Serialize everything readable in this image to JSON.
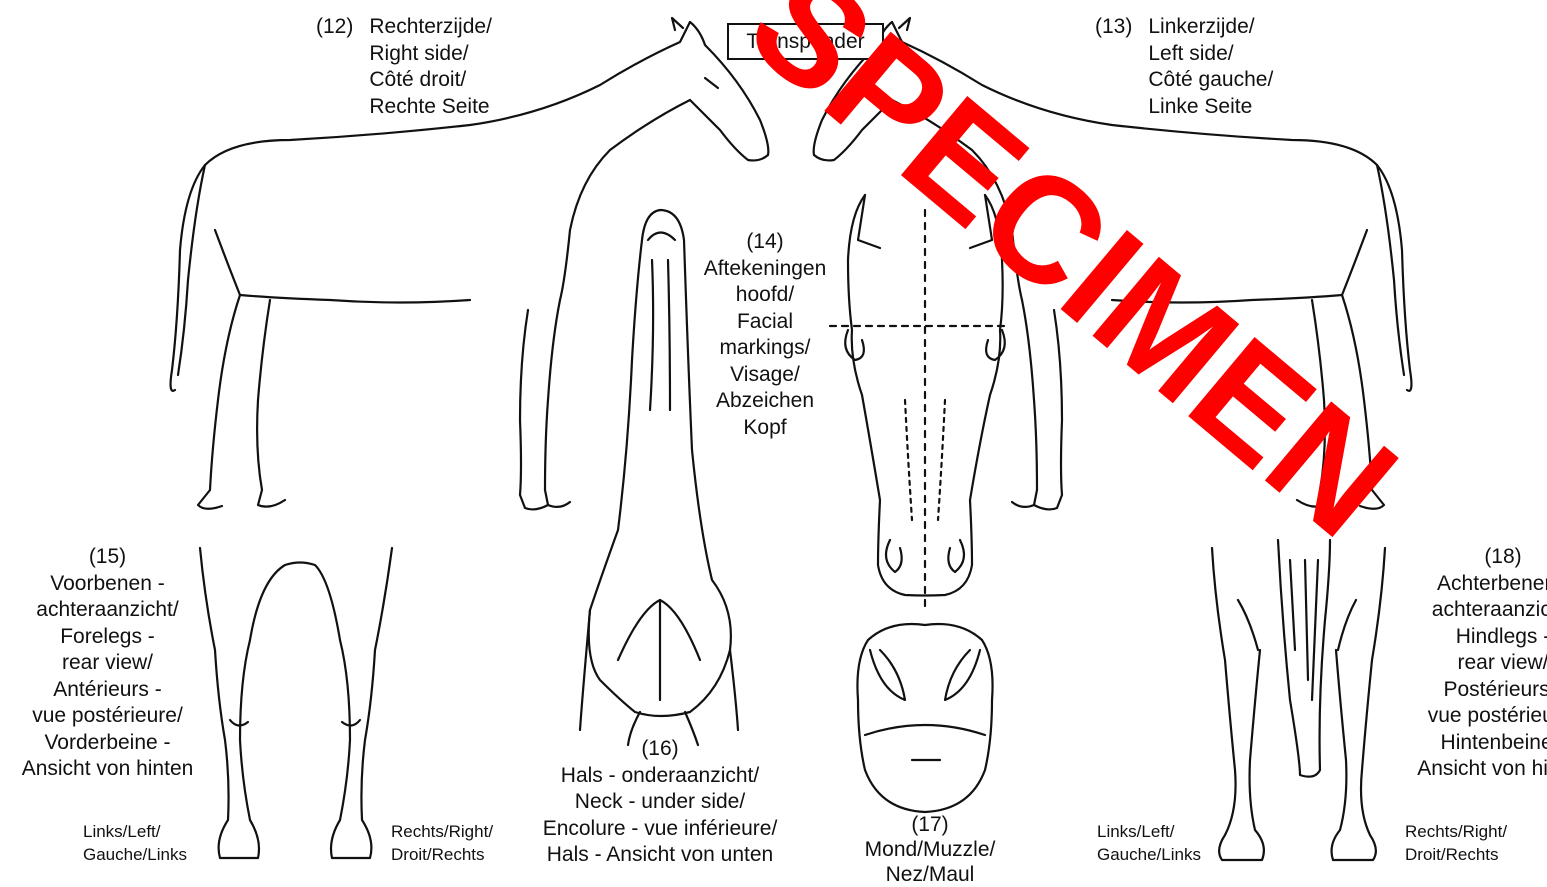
{
  "right_side": {
    "number": "(12)",
    "lines": [
      "Rechterzijde/",
      "Right side/",
      "Côté droit/",
      "Rechte Seite"
    ]
  },
  "left_side": {
    "number": "(13)",
    "lines": [
      "Linkerzijde/",
      "Left side/",
      "Côté gauche/",
      "Linke Seite"
    ]
  },
  "transponder": "Transponder",
  "watermark": {
    "text": "SPECIMEN",
    "color": "#ff0000"
  },
  "head": {
    "number": "(14)",
    "lines": [
      "Aftekeningen",
      "hoofd/",
      "Facial",
      "markings/",
      "Visage/",
      "Abzeichen",
      "Kopf"
    ]
  },
  "forelegs": {
    "number": "(15)",
    "lines": [
      "Voorbenen -",
      "achteraanzicht/",
      "Forelegs -",
      "rear view/",
      "Antérieurs -",
      "vue postérieure/",
      "Vorderbeine -",
      "Ansicht von hinten"
    ],
    "left_tag": [
      "Links/Left/",
      "Gauche/Links"
    ],
    "right_tag": [
      "Rechts/Right/",
      "Droit/Rechts"
    ]
  },
  "neck": {
    "number": "(16)",
    "lines": [
      "Hals - onderaanzicht/",
      "Neck - under side/",
      "Encolure - vue inférieure/",
      "Hals - Ansicht von unten"
    ]
  },
  "muzzle": {
    "number": "(17)",
    "lines": [
      "Mond/Muzzle/",
      "Nez/Maul"
    ]
  },
  "hindlegs": {
    "number": "(18)",
    "lines": [
      "Achterbenen -",
      "achteraanzicht/",
      "Hindlegs -",
      "rear view/",
      "Postérieurs -",
      "vue postérieure/",
      "Hintenbeine -",
      "Ansicht von hinten"
    ],
    "left_tag": [
      "Links/Left/",
      "Gauche/Links"
    ],
    "right_tag": [
      "Rechts/Right/",
      "Droit/Rechts"
    ]
  }
}
